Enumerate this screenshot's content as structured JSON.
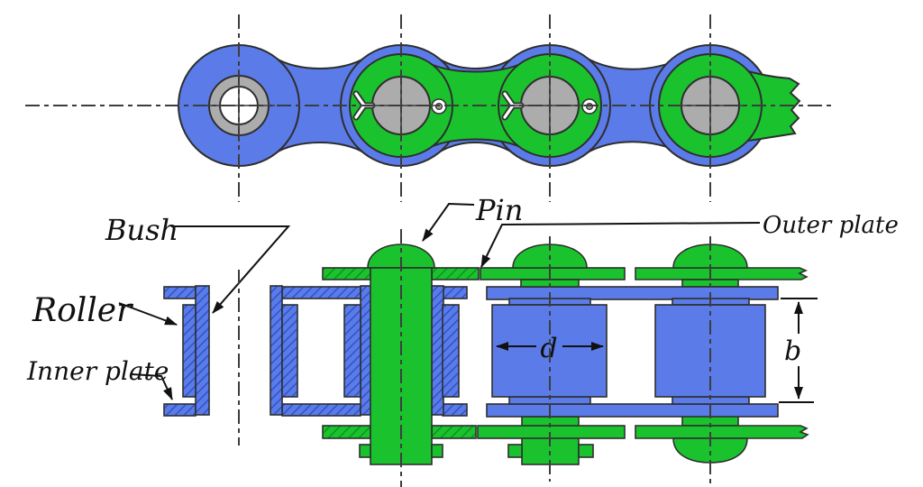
{
  "labels": {
    "bush": "Bush",
    "pin": "Pin",
    "outer_plate": "Outer plate",
    "roller": "Roller",
    "inner_plate": "Inner plate"
  },
  "dimensions": {
    "diameter_label": "d",
    "width_label": "b"
  },
  "colors": {
    "outer_link_blue": "#5b7ce8",
    "inner_link_green": "#1ac32d",
    "pin_gray": "#acacac",
    "outline": "#2e2e2e",
    "blue_hatch": "#2c52c8",
    "green_hatch": "#0c8f1f",
    "annotation": "#111111",
    "centerline": "#3d3d3d"
  }
}
